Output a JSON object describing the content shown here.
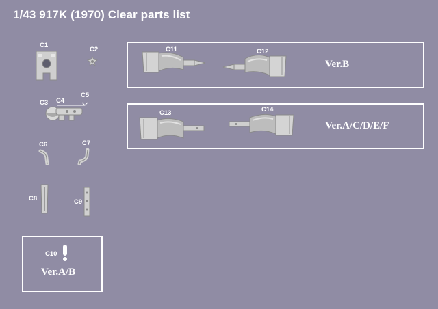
{
  "title": "1/43 917K (1970) Clear parts list",
  "labels": {
    "c1": "C1",
    "c2": "C2",
    "c3": "C3",
    "c4": "C4",
    "c5": "C5",
    "c6": "C6",
    "c7": "C7",
    "c8": "C8",
    "c9": "C9",
    "c10": "C10",
    "c11": "C11",
    "c12": "C12",
    "c13": "C13",
    "c14": "C14"
  },
  "groups": {
    "ver_b": "Ver.B",
    "ver_acdef": "Ver.A/C/D/E/F",
    "ver_ab": "Ver.A/B"
  },
  "colors": {
    "background": "#908ca4",
    "part_fill": "#d6d6d6",
    "part_shade": "#9a9a9a",
    "text": "#ffffff"
  }
}
